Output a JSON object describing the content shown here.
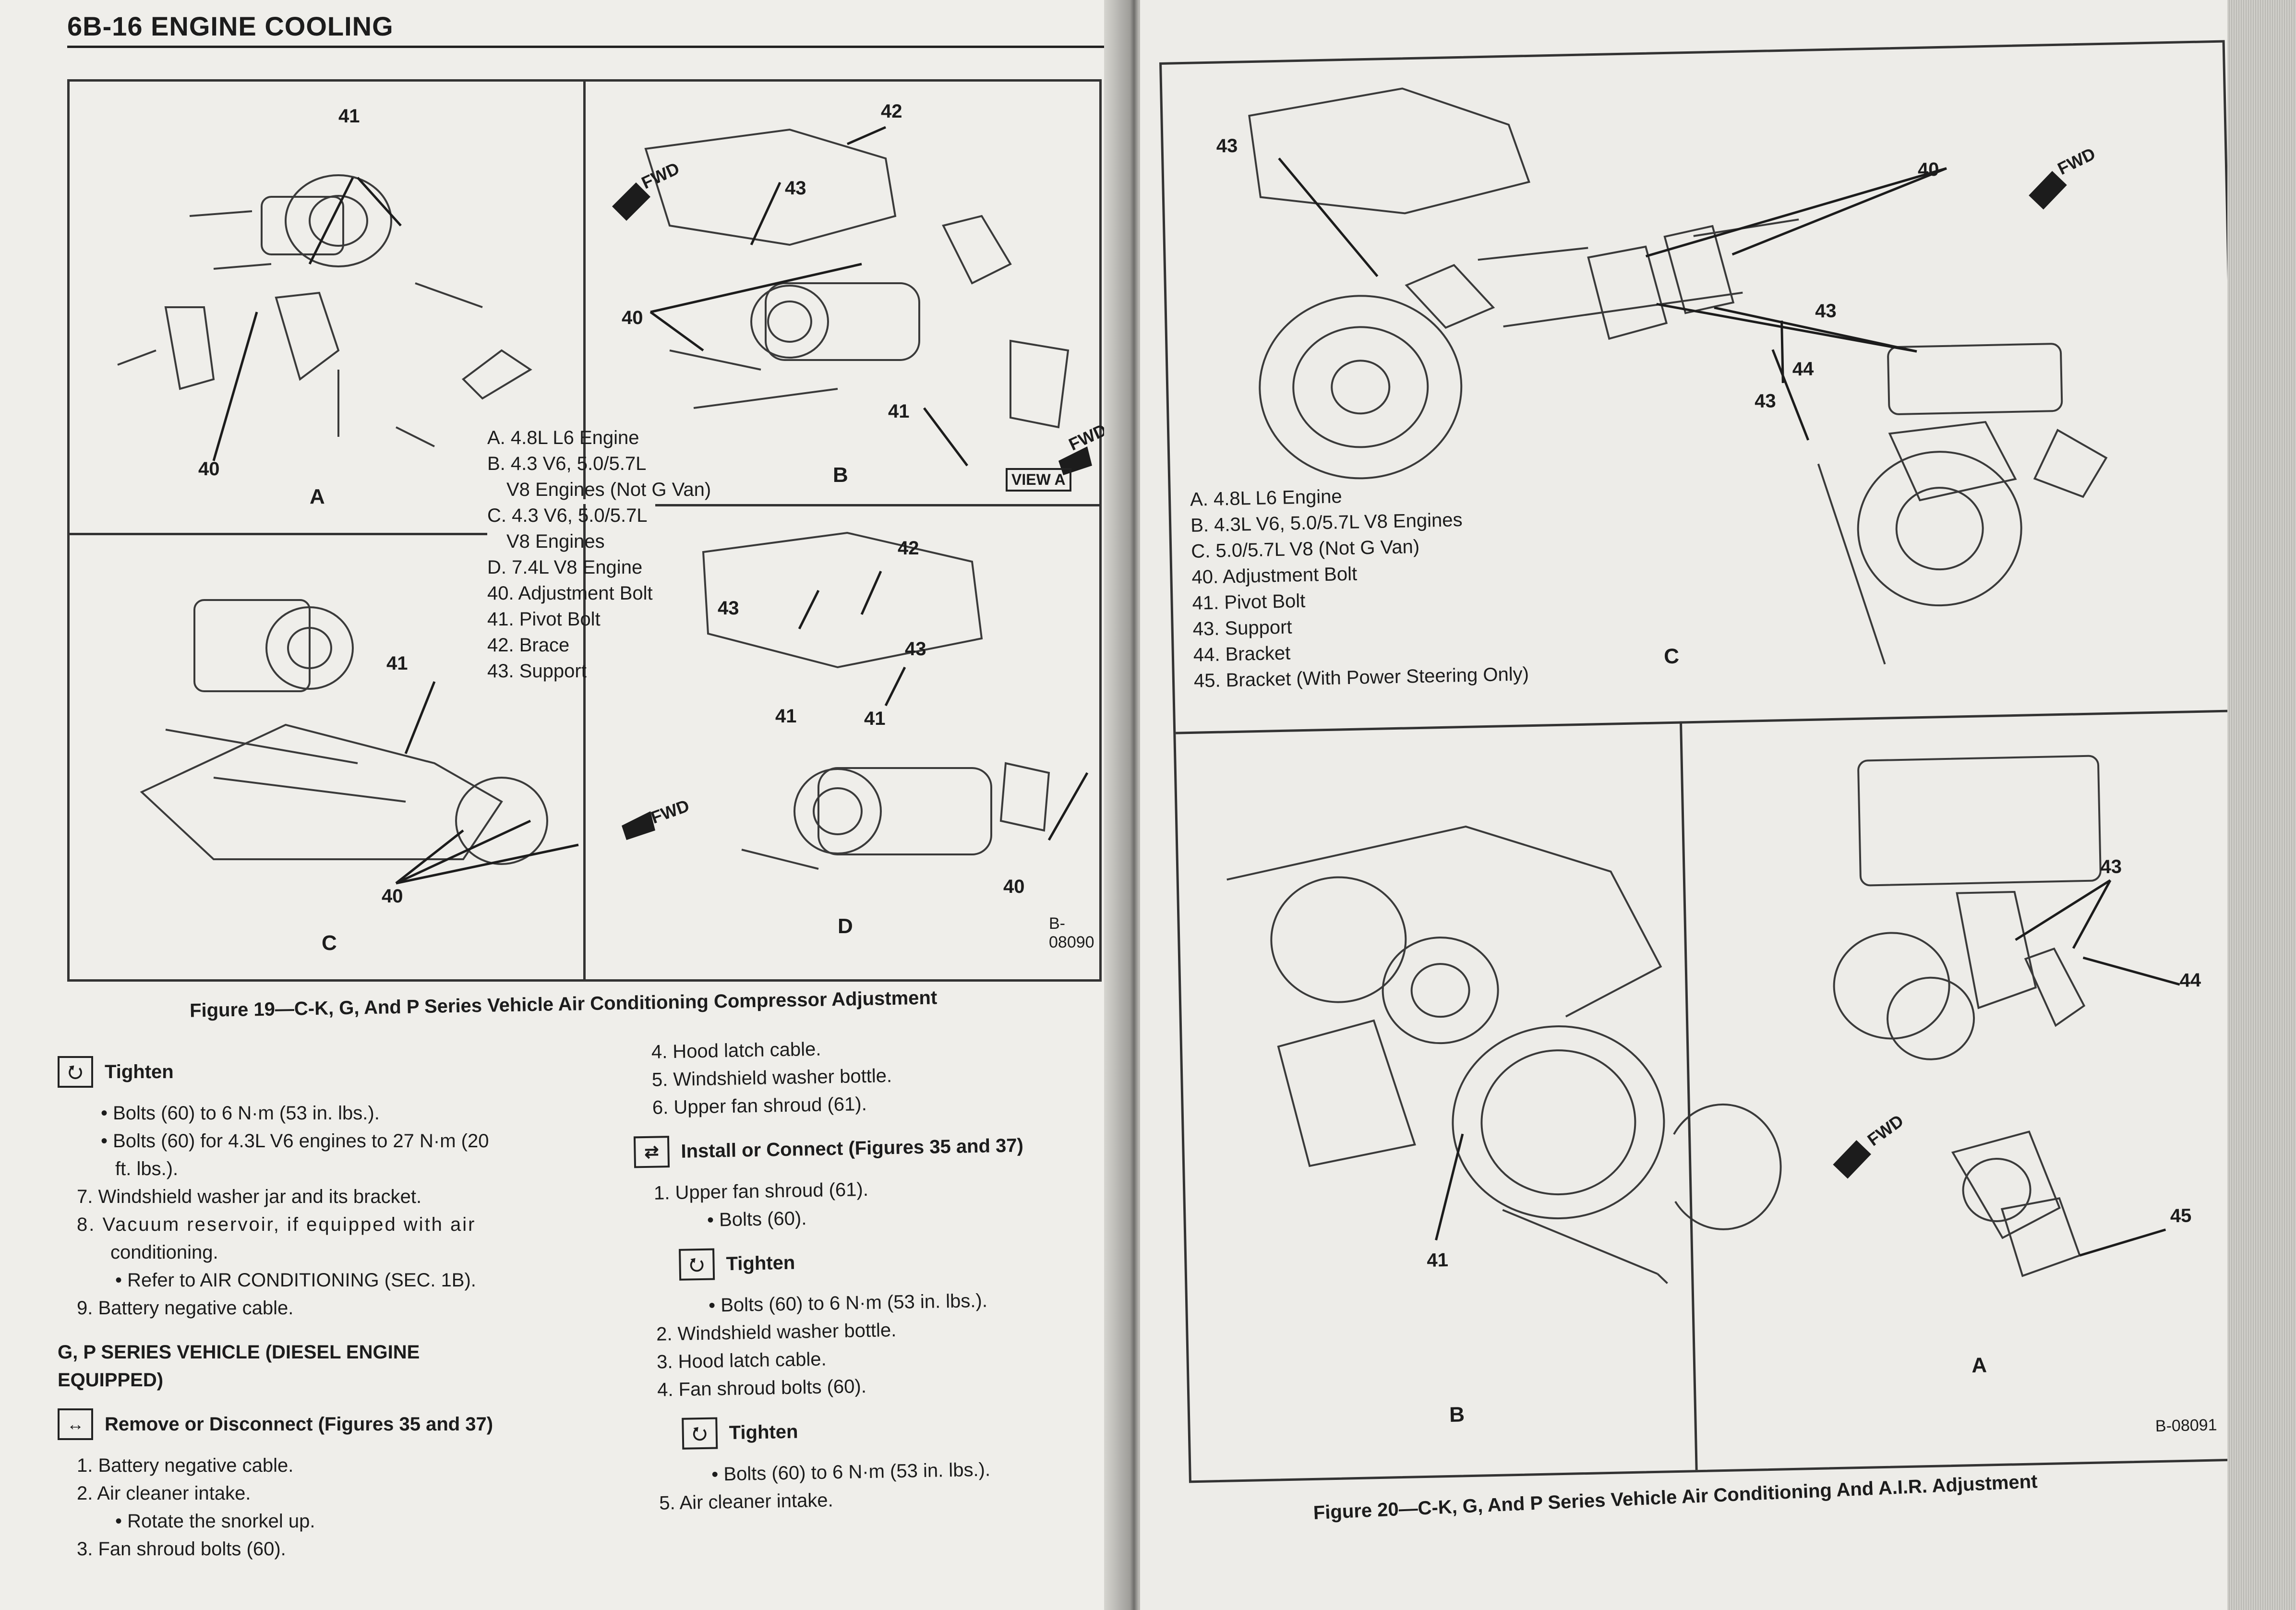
{
  "left_page": {
    "header": "6B-16 ENGINE COOLING",
    "figure19": {
      "panel_labels": [
        "A",
        "B",
        "C",
        "D"
      ],
      "callouts": {
        "a": [
          "41",
          "40"
        ],
        "b": [
          "42",
          "43",
          "40",
          "41"
        ],
        "c": [
          "41",
          "40"
        ],
        "d": [
          "42",
          "43",
          "43",
          "41",
          "41",
          "40"
        ]
      },
      "fwd": "FWD",
      "view_label": "VIEW",
      "view_letter": "A",
      "legend": [
        "A. 4.8L L6 Engine",
        "B. 4.3 V6, 5.0/5.7L",
        "V8 Engines (Not G Van)",
        "C. 4.3 V6, 5.0/5.7L",
        "V8 Engines",
        "D. 7.4L V8 Engine",
        "40. Adjustment Bolt",
        "41. Pivot Bolt",
        "42. Brace",
        "43. Support"
      ],
      "figure_number": "B-08090",
      "caption": "Figure 19—C-K, G, And P Series Vehicle Air Conditioning Compressor Adjustment"
    },
    "col1": {
      "tighten_label": "Tighten",
      "tighten_items": [
        "Bolts (60) to 6 N·m (53 in. lbs.).",
        "Bolts (60) for 4.3L V6 engines to 27 N·m (20",
        "ft. lbs.)."
      ],
      "steps": [
        "7. Windshield washer jar and its bracket.",
        "8. Vacuum reservoir, if equipped with air",
        "conditioning.",
        "Refer to AIR CONDITIONING (SEC. 1B).",
        "9. Battery negative cable."
      ],
      "section_heading_1": "G, P SERIES VEHICLE (DIESEL ENGINE",
      "section_heading_2": "EQUIPPED)",
      "remove_label": "Remove or Disconnect (Figures 35 and 37)",
      "remove_steps": [
        "1. Battery negative cable.",
        "2. Air cleaner intake.",
        "Rotate the snorkel up.",
        "3. Fan shroud bolts (60)."
      ]
    },
    "col2": {
      "steps_top": [
        "4. Hood latch cable.",
        "5. Windshield washer bottle.",
        "6. Upper fan shroud (61)."
      ],
      "install_label": "Install or Connect (Figures 35 and 37)",
      "install_steps": [
        "1. Upper fan shroud (61).",
        "Bolts (60)."
      ],
      "tighten_label": "Tighten",
      "tighten_item_1": "Bolts (60) to 6 N·m (53 in. lbs.).",
      "steps_mid": [
        "2. Windshield washer bottle.",
        "3. Hood latch cable.",
        "4. Fan shroud bolts (60)."
      ],
      "tighten_label_2": "Tighten",
      "tighten_item_2": "Bolts (60) to 6 N·m (53 in. lbs.).",
      "last_step": "5. Air cleaner intake."
    }
  },
  "right_page": {
    "figure20": {
      "panel_labels": [
        "C",
        "B",
        "A"
      ],
      "callouts": {
        "c": [
          "43",
          "40",
          "44",
          "43",
          "43"
        ],
        "b": [
          "41"
        ],
        "a": [
          "43",
          "44",
          "45"
        ]
      },
      "fwd": "FWD",
      "legend": [
        "A. 4.8L L6 Engine",
        "B. 4.3L V6, 5.0/5.7L V8 Engines",
        "C. 5.0/5.7L V8 (Not G Van)",
        "40. Adjustment Bolt",
        "41. Pivot Bolt",
        "43. Support",
        "44. Bracket",
        "45. Bracket (With Power Steering Only)"
      ],
      "figure_number": "B-08091",
      "caption": "Figure 20—C-K, G, And P Series Vehicle Air Conditioning And A.I.R. Adjustment"
    }
  },
  "colors": {
    "paper": "#efeeea",
    "ink": "#1c1c1c",
    "background": "#2b2b2d"
  }
}
